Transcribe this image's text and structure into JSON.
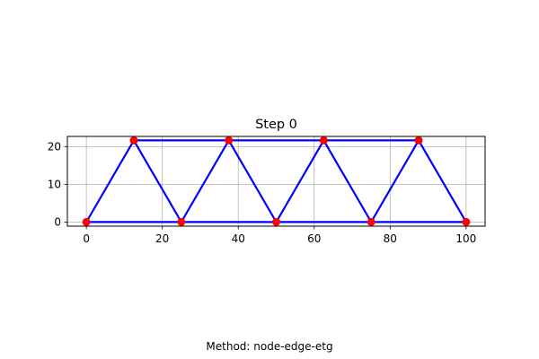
{
  "chart_data": {
    "type": "line",
    "title": "Step 0",
    "xlabel": "",
    "ylabel": "",
    "xlim": [
      -5.0,
      105.0
    ],
    "ylim": [
      -1.1,
      22.7
    ],
    "xticks": [
      0,
      20,
      40,
      60,
      80,
      100
    ],
    "yticks": [
      0,
      10,
      20
    ],
    "grid": true,
    "edge_color": "#0000ff",
    "node_color": "#ff0000",
    "nodes": [
      {
        "x": 0,
        "y": 0
      },
      {
        "x": 12.5,
        "y": 21.65
      },
      {
        "x": 25,
        "y": 0
      },
      {
        "x": 37.5,
        "y": 21.65
      },
      {
        "x": 50,
        "y": 0
      },
      {
        "x": 62.5,
        "y": 21.65
      },
      {
        "x": 75,
        "y": 0
      },
      {
        "x": 87.5,
        "y": 21.65
      },
      {
        "x": 100,
        "y": 0
      }
    ],
    "edges": [
      [
        0,
        2
      ],
      [
        2,
        4
      ],
      [
        4,
        6
      ],
      [
        6,
        8
      ],
      [
        1,
        3
      ],
      [
        3,
        5
      ],
      [
        5,
        7
      ],
      [
        0,
        1
      ],
      [
        1,
        2
      ],
      [
        2,
        3
      ],
      [
        3,
        4
      ],
      [
        4,
        5
      ],
      [
        5,
        6
      ],
      [
        6,
        7
      ],
      [
        7,
        8
      ]
    ]
  },
  "footer": {
    "text": "Method: node-edge-etg"
  }
}
